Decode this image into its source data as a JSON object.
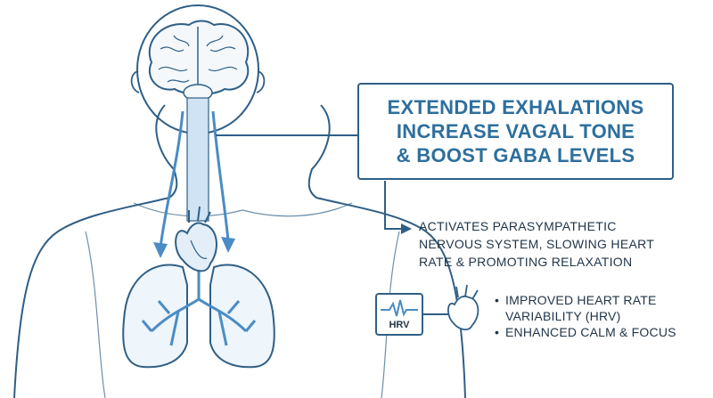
{
  "heading": {
    "lines": [
      "EXTENDED EXHALATIONS",
      "INCREASE VAGAL TONE",
      "& BOOST GABA LEVELS"
    ]
  },
  "effect": {
    "lines": [
      "ACTIVATES PARASYMPATHETIC",
      "NERVOUS SYSTEM, SLOWING HEART",
      "RATE & PROMOTING RELAXATION"
    ]
  },
  "hrv_icon": {
    "label": "HRV"
  },
  "benefits": {
    "bullet": "•",
    "items": [
      {
        "lines": [
          "IMPROVED HEART RATE",
          "VARIABILITY (HRV)"
        ]
      },
      {
        "lines": [
          "ENHANCED CALM & FOCUS"
        ]
      }
    ]
  },
  "colors": {
    "outline": "#2f5f86",
    "accent_blue": "#4a8cc4",
    "light_blue": "#cfe3f4",
    "title_text": "#2d6f9e",
    "body_text": "#1f3447"
  },
  "icons": [
    "brain-icon",
    "heart-icon",
    "lungs-icon",
    "heartbeat-wave-icon"
  ]
}
